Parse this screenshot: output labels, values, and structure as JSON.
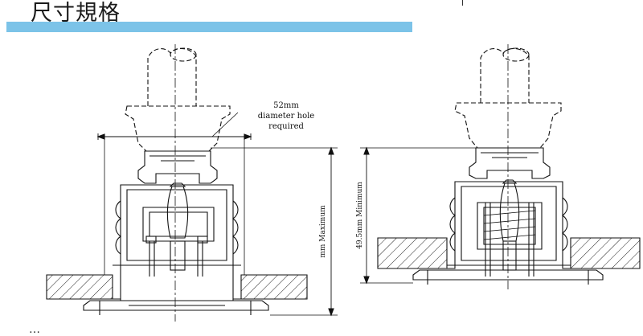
{
  "header": {
    "title": "尺寸規格",
    "bar_color": "#7cc3e8"
  },
  "left_diagram": {
    "hole_size": "52mm",
    "hole_line1": "diameter hole",
    "hole_line2": "required",
    "height_label": "mm Maximum"
  },
  "right_diagram": {
    "height_label": "49.5mm Minimum"
  },
  "footer": {
    "partial_text": "…"
  },
  "icons": {
    "hatch": "diagonal-hatch-pattern"
  }
}
